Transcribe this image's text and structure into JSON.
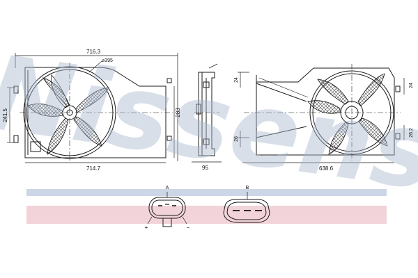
{
  "watermark": {
    "text": "Nissens",
    "color": "#a9b8cf"
  },
  "stripes": {
    "blue": "#cdd6e6",
    "pink": "#f2d3d9"
  },
  "views": {
    "front": {
      "width_top": "716.3",
      "fan_dia": "⌀395",
      "width_bottom": "714.7",
      "height_left": "241.5",
      "height_right": "283"
    },
    "side": {
      "depth": "95"
    },
    "rear": {
      "width_bottom": "638.6",
      "dim_left_top": "24",
      "dim_left_bottom": "26",
      "dim_right_top": "24",
      "dim_right_bottom": "26.2"
    }
  },
  "connectors": {
    "a": {
      "label": "A",
      "plus": "+",
      "minus": "−"
    },
    "b": {
      "label": "B"
    }
  },
  "colors": {
    "line": "#1a1a1a",
    "hatch": "#555555"
  }
}
